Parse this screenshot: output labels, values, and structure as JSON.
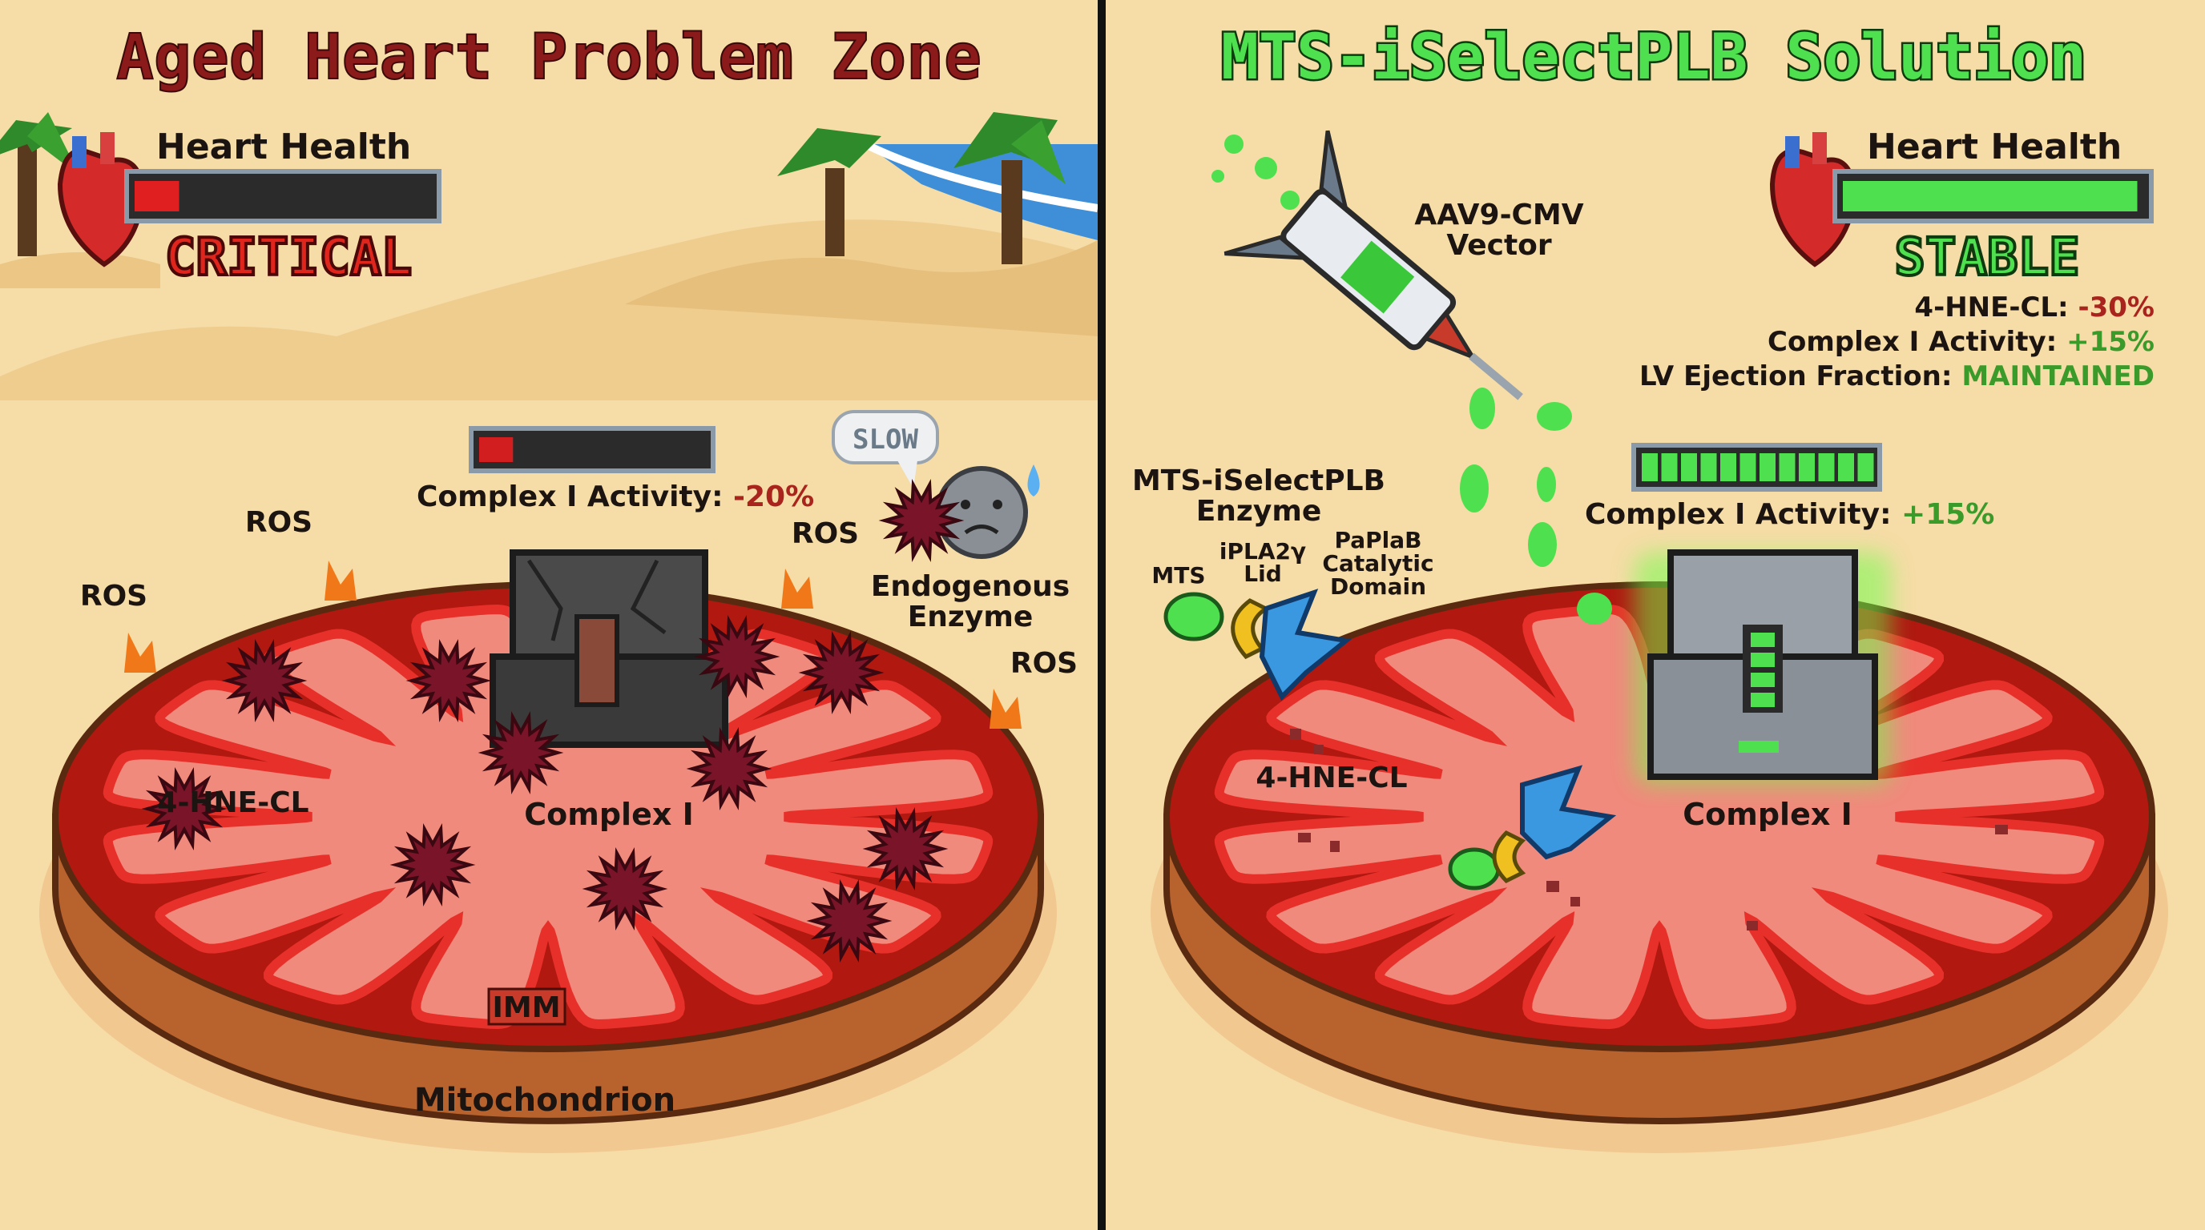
{
  "left_panel": {
    "title": "Aged Heart Problem Zone",
    "heart_health": {
      "label": "Heart Health",
      "status": "CRITICAL",
      "level_percent": 15
    },
    "complex_bar": {
      "label": "Complex I Activity: ",
      "value": "-20%",
      "level_percent": 15
    },
    "slow_bubble": "SLOW",
    "endogenous_enzyme": [
      "Endogenous",
      "Enzyme"
    ],
    "ros_labels": [
      "ROS",
      "ROS",
      "ROS",
      "ROS"
    ],
    "hne_label": "4-HNE-CL",
    "complex_label": "Complex I",
    "imm_label": "IMM",
    "mito_label": "Mitochondrion"
  },
  "right_panel": {
    "title": "MTS-iSelectPLB Solution",
    "heart_health": {
      "label": "Heart Health",
      "status": "STABLE",
      "level_percent": 98
    },
    "stats": [
      {
        "label": "4-HNE-CL: ",
        "value": "-30%"
      },
      {
        "label": "Complex I Activity: ",
        "value": "+15%"
      },
      {
        "label": "LV Ejection Fraction: ",
        "value": "MAINTAINED"
      }
    ],
    "vector_label": [
      "AAV9-CMV",
      "Vector"
    ],
    "enzyme_label": [
      "MTS-iSelectPLB",
      "Enzyme"
    ],
    "domain_labels": {
      "mts": "MTS",
      "lid": [
        "iPLA2γ",
        "Lid"
      ],
      "catalytic": [
        "PaPlaB",
        "Catalytic",
        "Domain"
      ]
    },
    "complex_bar": {
      "label": "Complex I Activity: ",
      "value": "+15%",
      "segments_filled": 12,
      "segments_total": 12
    },
    "hne_label": "4-HNE-CL",
    "complex_label": "Complex I"
  },
  "colors": {
    "sand": "#f6dca6",
    "title_red": "#8b1a1a",
    "title_green": "#4ee04e",
    "negative": "#a8241c",
    "positive": "#3a9a2a",
    "membrane_red": "#b01810",
    "matrix_pink": "#f08a7c"
  }
}
